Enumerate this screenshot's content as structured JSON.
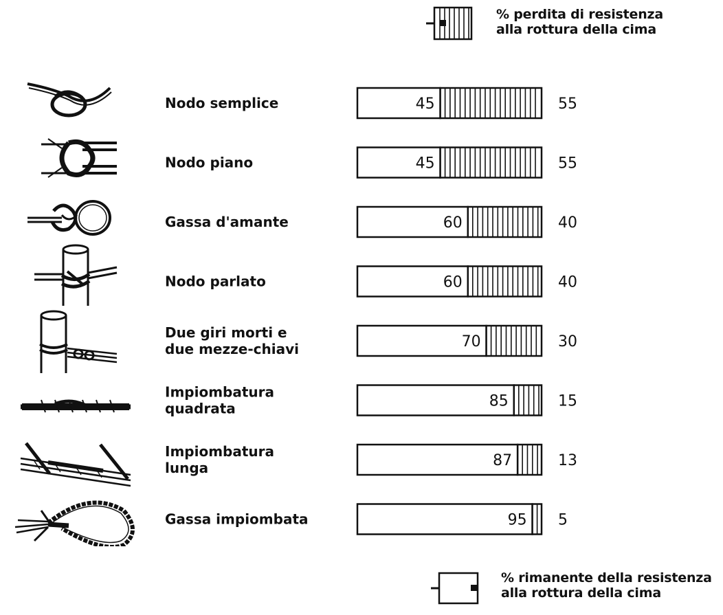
{
  "legend": {
    "loss_line1": "% perdita di resistenza",
    "loss_line2": "alla rottura della cima",
    "remain_line1": "% rimanente della resistenza",
    "remain_line2": "alla rottura della cima"
  },
  "chart_data": {
    "type": "bar",
    "stacked": true,
    "orientation": "horizontal",
    "xlim": [
      0,
      100
    ],
    "grid": false,
    "categories": [
      [
        "Nodo semplice"
      ],
      [
        "Nodo piano"
      ],
      [
        "Gassa d'amante"
      ],
      [
        "Nodo parlato"
      ],
      [
        "Due giri morti e",
        "due mezze-chiavi"
      ],
      [
        "Impiombatura",
        "quadrata"
      ],
      [
        "Impiombatura",
        "lunga"
      ],
      [
        "Gassa impiombata"
      ]
    ],
    "series": [
      {
        "name": "% rimanente della resistenza alla rottura della cima",
        "values": [
          45,
          45,
          60,
          60,
          70,
          85,
          87,
          95
        ],
        "fill": "#ffffff"
      },
      {
        "name": "% perdita di resistenza alla rottura della cima",
        "values": [
          55,
          55,
          40,
          40,
          30,
          15,
          13,
          5
        ],
        "fill": "hatched"
      }
    ],
    "icons": [
      "overhand-knot-icon",
      "reef-knot-icon",
      "bowline-icon",
      "clove-hitch-icon",
      "round-turn-two-half-hitches-icon",
      "short-splice-icon",
      "long-splice-icon",
      "eye-splice-icon"
    ]
  }
}
